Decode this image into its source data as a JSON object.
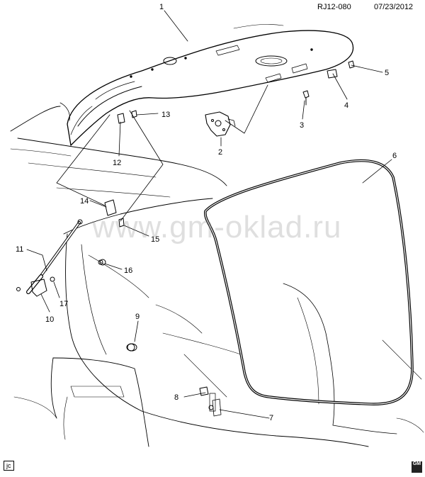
{
  "header": {
    "reference": "RJ12-080",
    "date": "07/23/2012"
  },
  "watermark": "www.gm-oklad.ru",
  "corner_tag": "jc",
  "brand_mark": "GM",
  "callouts": [
    {
      "id": "1",
      "label": "1"
    },
    {
      "id": "2",
      "label": "2"
    },
    {
      "id": "3",
      "label": "3"
    },
    {
      "id": "4",
      "label": "4"
    },
    {
      "id": "5",
      "label": "5"
    },
    {
      "id": "6",
      "label": "6"
    },
    {
      "id": "7",
      "label": "7"
    },
    {
      "id": "8",
      "label": "8"
    },
    {
      "id": "9",
      "label": "9"
    },
    {
      "id": "10",
      "label": "10"
    },
    {
      "id": "11",
      "label": "11"
    },
    {
      "id": "12",
      "label": "12"
    },
    {
      "id": "13",
      "label": "13"
    },
    {
      "id": "14",
      "label": "14"
    },
    {
      "id": "15",
      "label": "15"
    },
    {
      "id": "16",
      "label": "16"
    },
    {
      "id": "17",
      "label": "17"
    }
  ]
}
